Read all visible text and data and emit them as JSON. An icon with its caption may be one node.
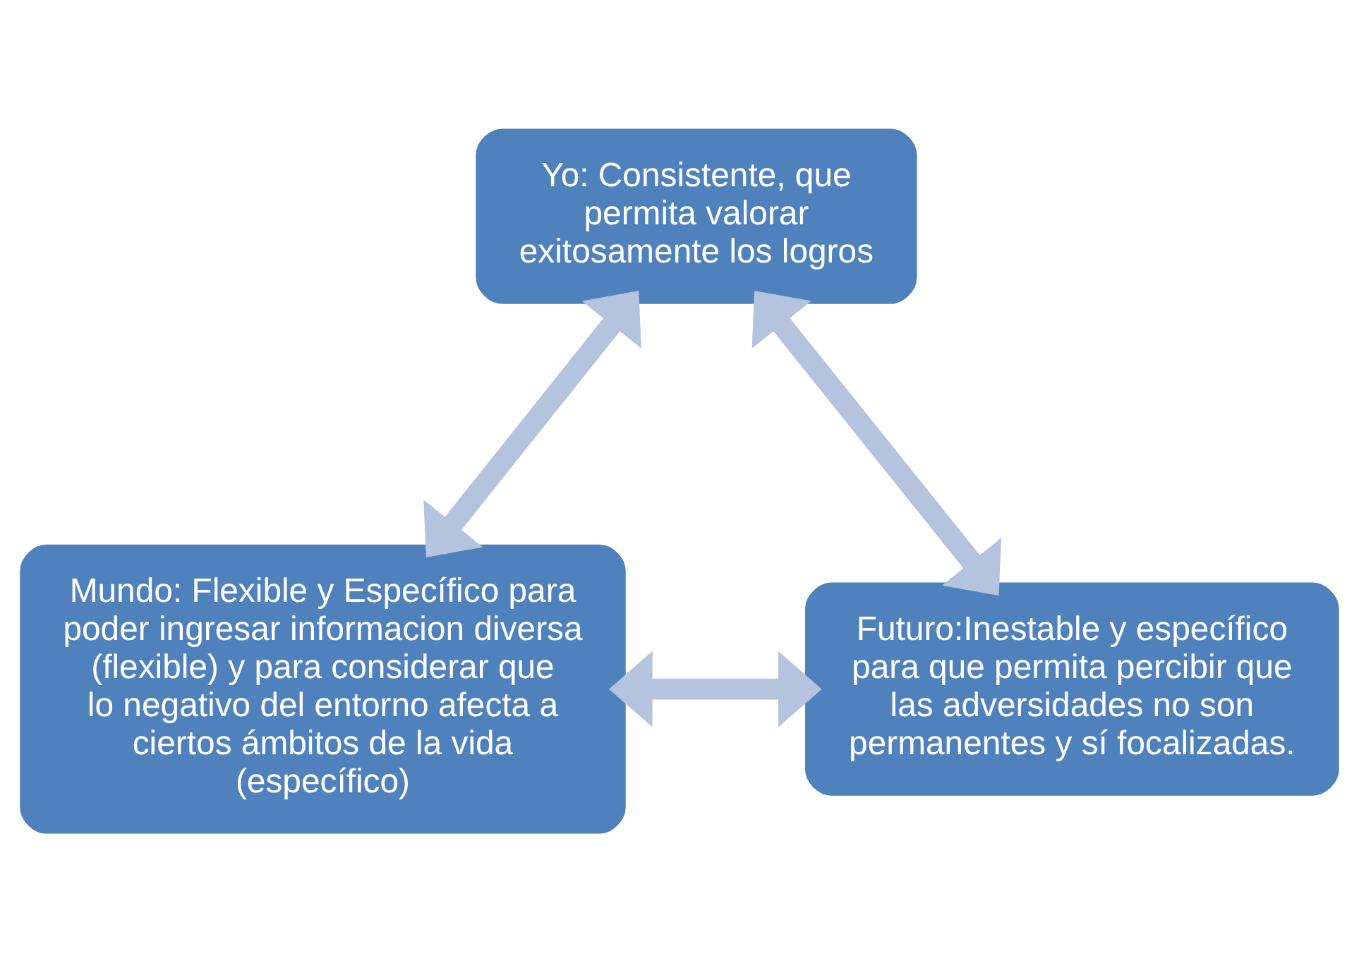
{
  "diagram": {
    "nodes": [
      {
        "text": [
          "Yo: Consistente, que permita valorar exitosamente los logros"
        ]
      },
      {
        "text": [
          "Mundo: Flexible y Específico para poder ingresar informacion diversa (flexible) y para considerar que lo negativo del entorno afecta a ciertos ámbitos de la vida (específico)"
        ]
      },
      {
        "text": [
          "Futuro:Inestable y específico para que permita percibir que las adversidades no son permanentes y sí focalizadas."
        ]
      }
    ],
    "edges": [
      {
        "from": 0,
        "to": 1,
        "arrow": "both"
      },
      {
        "from": 0,
        "to": 2,
        "arrow": "both"
      },
      {
        "from": 1,
        "to": 2,
        "arrow": "both"
      }
    ]
  }
}
